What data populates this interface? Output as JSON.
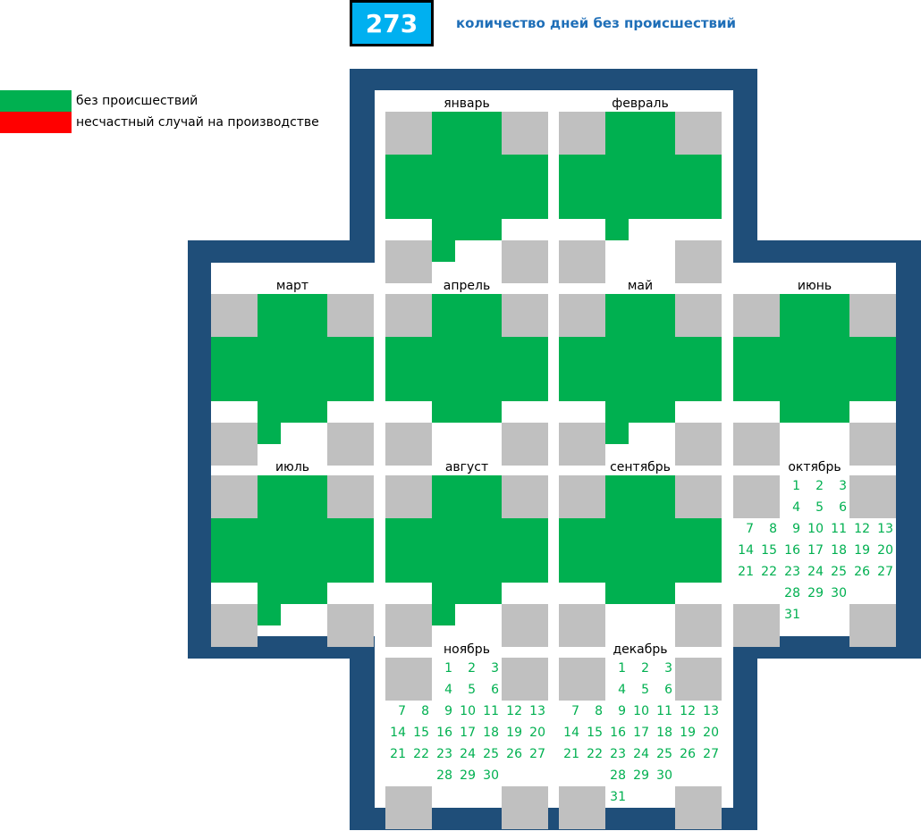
{
  "header": {
    "days_without_incidents": "273",
    "label": "количество дней без происшествий"
  },
  "legend": [
    {
      "label": "без происшествий",
      "color": "#00b050"
    },
    {
      "label": "несчастный случай на производстве",
      "color": "#ff0000"
    }
  ],
  "colors": {
    "frame": "#1f4e79",
    "corner": "#c0c0c0",
    "ok": "#00b050"
  },
  "months": [
    {
      "name": "январь",
      "days": 31,
      "passed": true
    },
    {
      "name": "февраль",
      "days": 28,
      "passed": true
    },
    {
      "name": "март",
      "days": 31,
      "passed": true
    },
    {
      "name": "апрель",
      "days": 30,
      "passed": true
    },
    {
      "name": "май",
      "days": 31,
      "passed": true
    },
    {
      "name": "июнь",
      "days": 30,
      "passed": true
    },
    {
      "name": "июль",
      "days": 31,
      "passed": true
    },
    {
      "name": "август",
      "days": 31,
      "passed": true
    },
    {
      "name": "сентябрь",
      "days": 30,
      "passed": true
    },
    {
      "name": "октябрь",
      "days": 31,
      "passed": false
    },
    {
      "name": "ноябрь",
      "days": 30,
      "passed": false
    },
    {
      "name": "декабрь",
      "days": 31,
      "passed": false
    }
  ]
}
